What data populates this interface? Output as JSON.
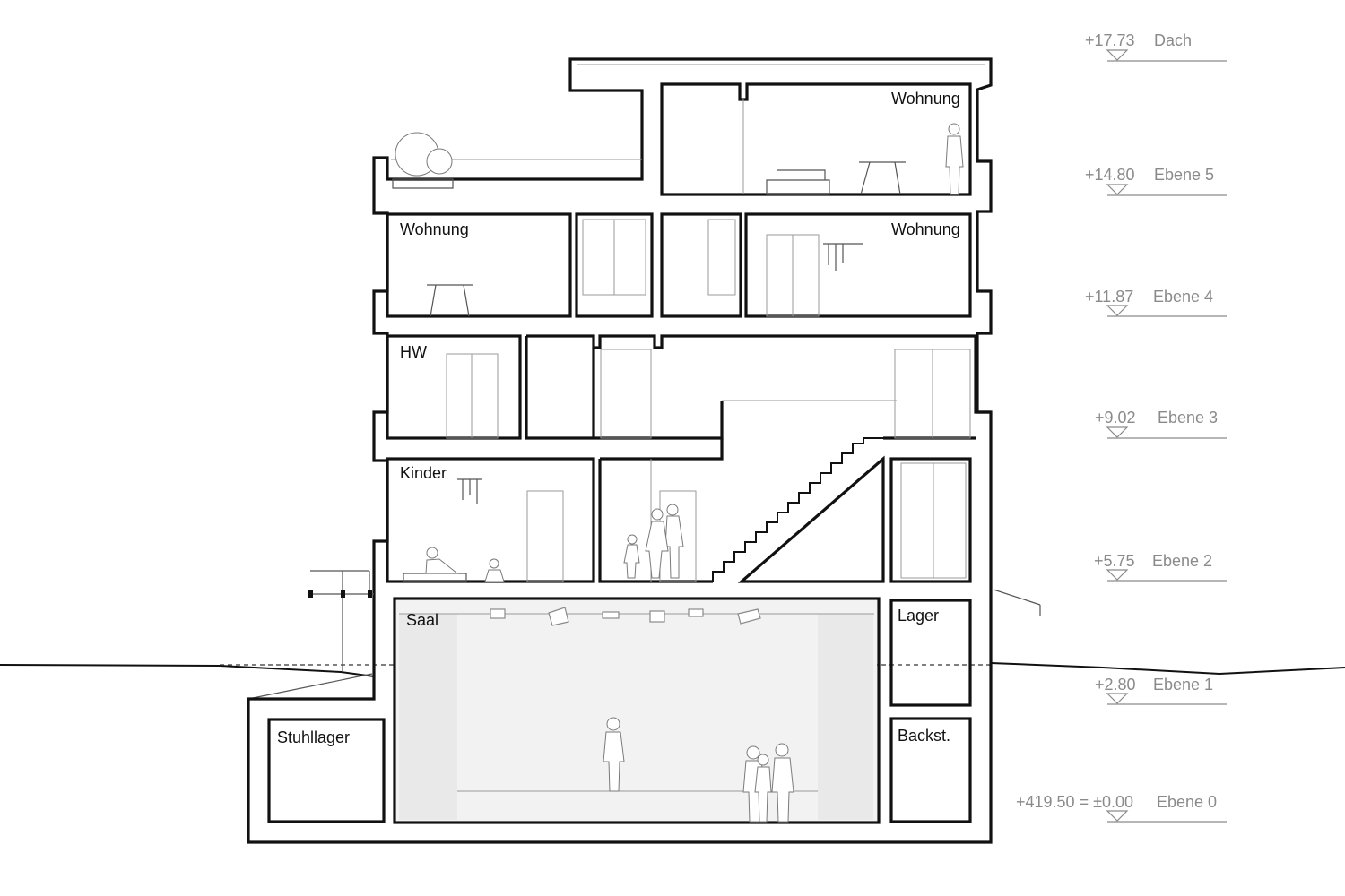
{
  "rooms": {
    "wohnung_top": "Wohnung",
    "wohnung_left": "Wohnung",
    "wohnung_right": "Wohnung",
    "hw": "HW",
    "kinder": "Kinder",
    "saal": "Saal",
    "lager": "Lager",
    "backst": "Backst.",
    "stuhllager": "Stuhllager"
  },
  "levels": [
    {
      "elevation": "+17.73",
      "name": "Dach"
    },
    {
      "elevation": "+14.80",
      "name": "Ebene 5"
    },
    {
      "elevation": "+11.87",
      "name": "Ebene 4"
    },
    {
      "elevation": "+9.02",
      "name": "Ebene 3"
    },
    {
      "elevation": "+5.75",
      "name": "Ebene 2"
    },
    {
      "elevation": "+2.80",
      "name": "Ebene 1"
    },
    {
      "elevation": "+419.50 = ±0.00",
      "name": "Ebene 0"
    }
  ],
  "colors": {
    "wall": "#111111",
    "annotation": "#8a8a8a",
    "hall_fill": "#f2f2f2"
  }
}
